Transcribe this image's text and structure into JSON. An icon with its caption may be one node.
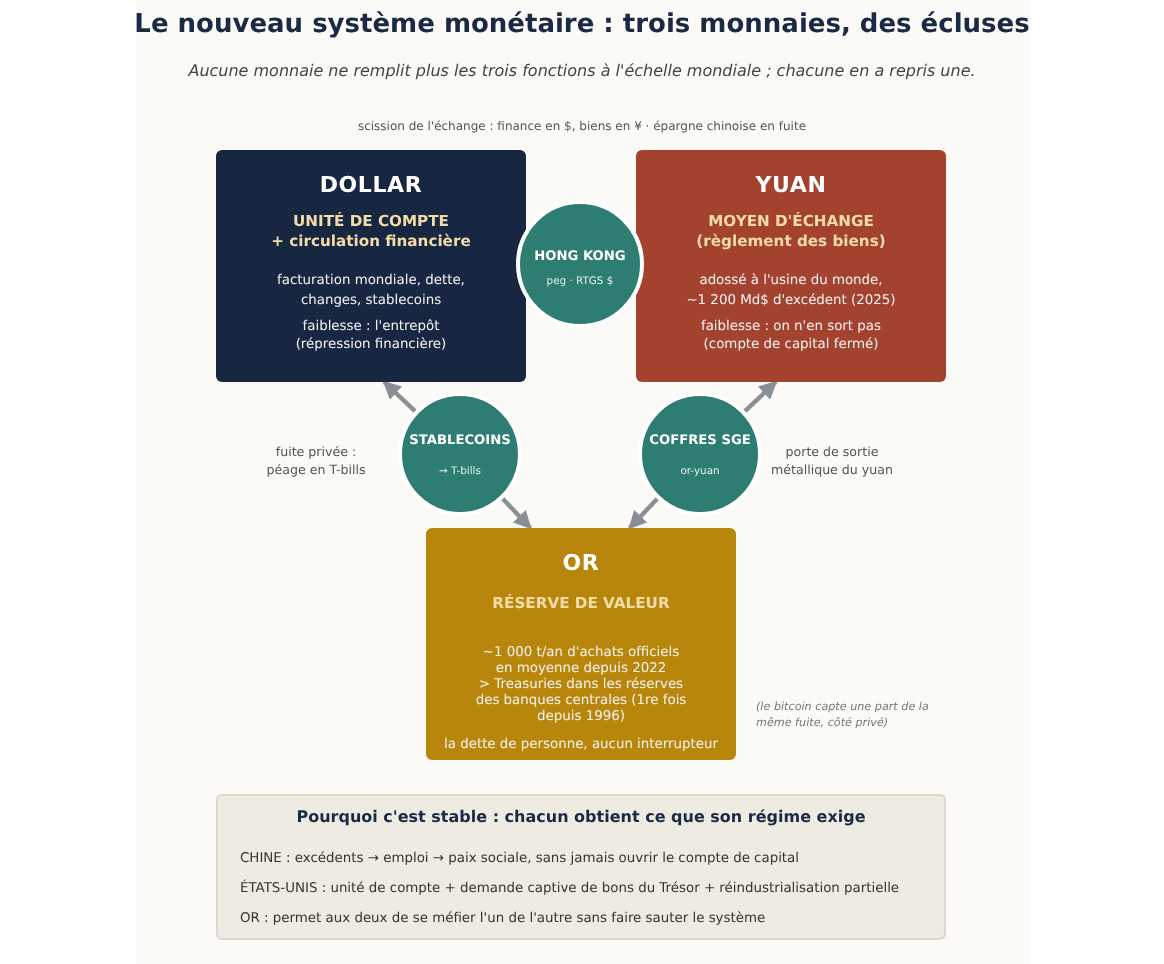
{
  "diagram": {
    "title": "Le nouveau système monétaire : trois monnaies, des écluses",
    "caption": "Aucune monnaie ne remplit plus les trois fonctions à l'échelle mondiale ; chacune en a repris une.",
    "nodes": [
      {
        "text": [
          "DOLLAR",
          "UNITÉ DE COMPTE + circulation financière",
          "facturation mondiale, dette, changes, stablecoins",
          "faiblesse : l'entrepôt (répression financière)"
        ]
      },
      {
        "text": [
          "HONG KONG",
          "peg · RTGS $"
        ]
      },
      {
        "text": [
          "YUAN",
          "MOYEN D'ÉCHANGE (règlement des biens)",
          "adossé à l'usine du monde, ~1 200 Md$ d'excédent (2025)",
          "faiblesse : on n'en sort pas (compte de capital fermé)"
        ]
      },
      {
        "text": [
          "STABLECOINS",
          "→ T-bills"
        ],
        "beside": [
          "fuite privée : péage en T-bills"
        ]
      },
      {
        "text": [
          "COFFRES SGE",
          "or-yuan"
        ],
        "beside": [
          "porte de sortie métallique du yuan"
        ]
      },
      {
        "text": [
          "OR",
          "RÉSERVE DE VALEUR",
          "~1 000 t/an d'achats officiels en moyenne depuis 2022 > Treasuries dans les réserves des banques centrales (1re fois depuis 1996)",
          "la dette de personne, aucun interrupteur"
        ]
      },
      {
        "text": [
          "Pourquoi c'est stable : chacun obtient ce que son régime exige",
          "CHINE : excédents → emploi → paix sociale, sans jamais ouvrir le compte de capital",
          "ÉTATS-UNIS : unité de compte + demande captive de bons du Trésor + réindustrialisation partielle",
          "OR : permet aux deux de se méfier l'un de l'autre sans faire sauter le système"
        ]
      }
    ],
    "edges": [
      {
        "from": 3,
        "to": 0,
        "arrow": "to"
      },
      {
        "from": 3,
        "to": 5,
        "arrow": "to"
      },
      {
        "from": 4,
        "to": 2,
        "arrow": "to"
      },
      {
        "from": 4,
        "to": 5,
        "arrow": "to"
      }
    ],
    "labels": [
      "scission de l'échange : finance en $, biens en ¥ · épargne chinoise en fuite",
      "(le bitcoin capte une part de la même fuite, côté privé)"
    ]
  }
}
